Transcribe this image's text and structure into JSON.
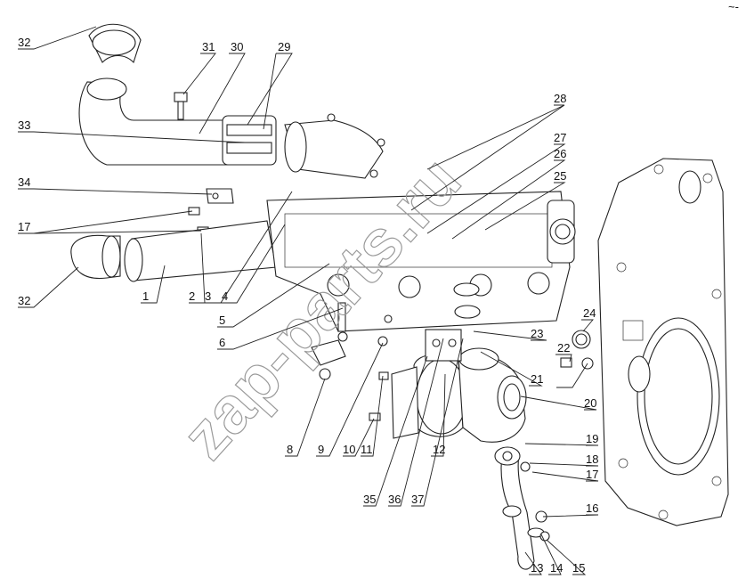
{
  "diagram": {
    "watermark": "zap-parts.ru",
    "corner_mark": "~-",
    "callouts": [
      "1",
      "2",
      "3",
      "4",
      "5",
      "6",
      "8",
      "9",
      "10",
      "11",
      "12",
      "13",
      "14",
      "15",
      "16",
      "17",
      "17",
      "18",
      "19",
      "20",
      "21",
      "22",
      "23",
      "24",
      "25",
      "26",
      "27",
      "28",
      "29",
      "30",
      "31",
      "32",
      "32",
      "33",
      "34",
      "35",
      "36",
      "37"
    ]
  }
}
